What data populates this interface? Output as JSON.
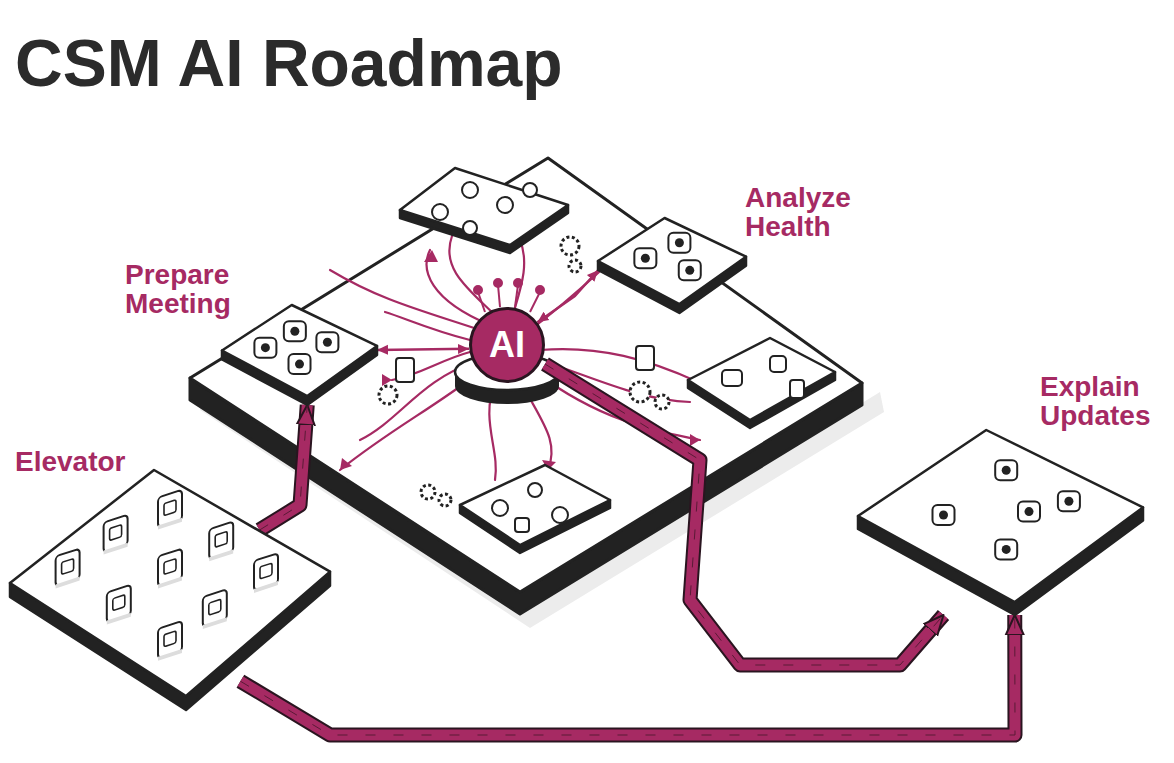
{
  "diagram": {
    "title": "CSM AI Roadmap",
    "nodes": [
      {
        "text": [
          "Elevator"
        ]
      },
      {
        "text": [
          "Prepare Meeting"
        ]
      },
      {
        "text": [
          "AI"
        ]
      },
      {
        "text": [
          "Analyze Health"
        ]
      },
      {
        "text": [
          "Explain Updates"
        ]
      }
    ],
    "edges": [
      {
        "from": 0,
        "to": 1,
        "arrow": "to"
      },
      {
        "from": 0,
        "to": 4,
        "arrow": "to"
      },
      {
        "from": 2,
        "to": 4,
        "arrow": "to"
      },
      {
        "from": 2,
        "to": 1,
        "arrow": "both"
      },
      {
        "from": 2,
        "to": 3,
        "arrow": "both"
      }
    ]
  }
}
